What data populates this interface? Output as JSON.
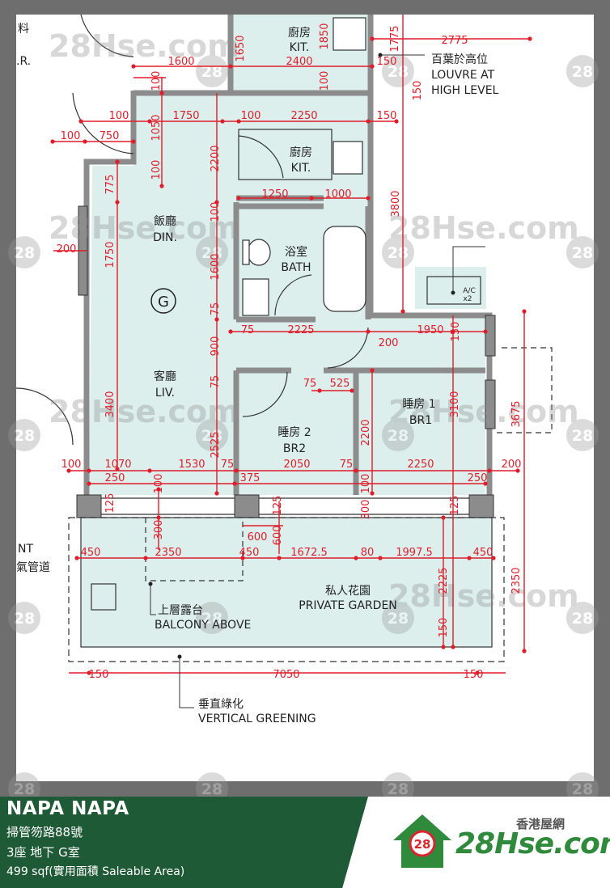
{
  "colors": {
    "frame_bg": "#6e6e6e",
    "plan_bg": "#ffffff",
    "room_fill": "#dcefed",
    "wall": "#8c8c8c",
    "dimension": "#e01d2a",
    "footer_green": "#1f5a36",
    "brand_green": "#2f8a3c"
  },
  "rooms": {
    "kitchen_upper_cn": "廚房",
    "kitchen_upper_en": "KIT.",
    "kitchen_cn": "廚房",
    "kitchen_en": "KIT.",
    "dining_cn": "飯廳",
    "dining_en": "DIN.",
    "bath_cn": "浴室",
    "bath_en": "BATH",
    "living_cn": "客廳",
    "living_en": "LIV.",
    "bedroom2_cn": "睡房 2",
    "bedroom2_en": "BR2",
    "bedroom1_cn": "睡房 1",
    "bedroom1_en": "BR1",
    "garden_cn": "私人花園",
    "garden_en": "PRIVATE GARDEN",
    "g_marker": "G",
    "ac_label": "A/C",
    "ac_count": "x2"
  },
  "annotations": {
    "louvre_cn": "百葉於高位",
    "louvre_en_1": "LOUVRE AT",
    "louvre_en_2": "HIGH LEVEL",
    "balcony_cn": "上層露台",
    "balcony_en": "BALCONY ABOVE",
    "greening_cn": "垂直綠化",
    "greening_en": "VERTICAL GREENING",
    "left_cut_1": "料",
    "left_cut_2": ".R.",
    "left_nt": "NT",
    "left_pipe": "氣管道"
  },
  "dimensions": {
    "d1600_top": "1600",
    "d2400": "2400",
    "d150_top": "150",
    "d1650": "1650",
    "d1850": "1850",
    "d1775": "1775",
    "d2775": "2775",
    "d100_a": "100",
    "d100_b": "100",
    "d150_b": "150",
    "d100_c": "100",
    "d1750_h": "1750",
    "d100_d": "100",
    "d2250_top": "2250",
    "d150_c": "150",
    "d100_e": "100",
    "d750": "750",
    "d1050": "1050",
    "d2200_v": "2200",
    "d100_f": "100",
    "d775": "775",
    "d1250": "1250",
    "d1000": "1000",
    "d3800": "3800",
    "d1750_v": "1750",
    "d200_l": "200",
    "d100_g": "100",
    "d1600_v": "1600",
    "d75_a": "75",
    "d900": "900",
    "d75_b": "75",
    "d2225_h": "2225",
    "d1950": "1950",
    "d150_d": "150",
    "d200_b": "200",
    "d75_c": "75",
    "d525": "525",
    "d3100": "3100",
    "d3675": "3675",
    "d3400": "3400",
    "d2525": "2525",
    "d2200_b": "2200",
    "d100_h": "100",
    "d1070": "1070",
    "d1530": "1530",
    "d75_d": "75",
    "d2050": "2050",
    "d75_e": "75",
    "d2250_b": "2250",
    "d200_r": "200",
    "d250_l": "250",
    "d375": "375",
    "d250_r": "250",
    "d125_l": "125",
    "d100_i": "100",
    "d125_m": "125",
    "d100_j": "100",
    "d300_r": "300",
    "d125_r": "125",
    "d300_b": "300",
    "d600_h": "600",
    "d600_v": "600",
    "d450_l": "450",
    "d2350_h": "2350",
    "d450_m": "450",
    "d1672": "1672.5",
    "d80": "80",
    "d1997": "1997.5",
    "d450_r": "450",
    "d2225_v": "2225",
    "d2350_v": "2350",
    "d150_e": "150",
    "d150_bl": "150",
    "d7050": "7050",
    "d150_br": "150"
  },
  "watermark": {
    "badge": "28",
    "site": "28Hse.com"
  },
  "footer": {
    "title": "NAPA NAPA",
    "address": "掃管笏路88號",
    "unit": "3座 地下 G室",
    "area": "499 sqf(實用面積 Saleable Area)",
    "brand_cn": "香港屋網",
    "brand_badge": "28",
    "brand_text": "28Hse.com"
  }
}
